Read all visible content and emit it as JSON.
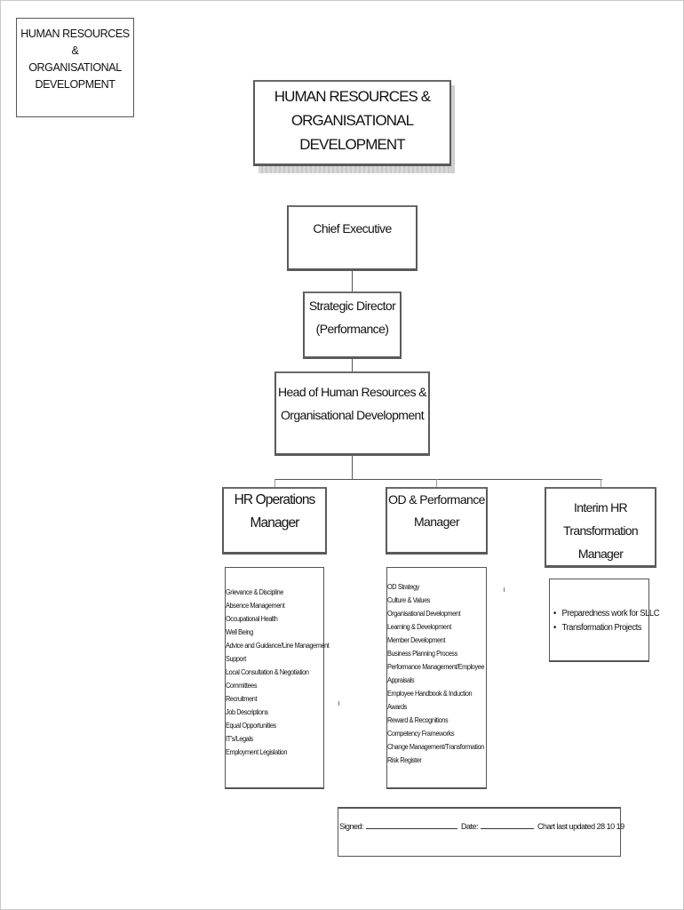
{
  "corner_label": {
    "text": "HUMAN RESOURCES &\nORGANISATIONAL\nDEVELOPMENT"
  },
  "main_title": {
    "text": "HUMAN RESOURCES &\nORGANISATIONAL DEVELOPMENT"
  },
  "org_chart": {
    "chief_executive": "Chief Executive",
    "strategic_director": "Strategic Director\n(Performance)",
    "head_of_hr": "Head of Human Resources &\nOrganisational Development",
    "managers": [
      {
        "title": "HR Operations\nManager",
        "responsibilities": [
          " Grievance & Discipline",
          "Absence Management",
          "Occupational Health",
          "Well Being",
          "Advice and Guidance/Line Management",
          "Support",
          "Local Consultation & Negotiation",
          "Committees",
          "Recruitment",
          "Job Descriptions",
          "Equal Opportunities",
          "IT's/Legals",
          "Employment Legislation"
        ]
      },
      {
        "title": "OD & Performance\nManager",
        "responsibilities": [
          "OD Strategy",
          "Culture & Values",
          "Organisational Development",
          "Learning & Development",
          "Member Development",
          "Business Planning Process",
          "Performance Management/Employee",
          "Appraisals",
          "Employee Handbook  & Induction",
          "Awards",
          "Reward & Recognitions",
          "Competency Frameworks",
          "Change Management/Transformation",
          "Risk Register"
        ]
      },
      {
        "title": "Interim HR\nTransformation  Manager",
        "responsibilities": [
          "Preparedness work for SLLC",
          "Transformation Projects"
        ]
      }
    ]
  },
  "signature_block": {
    "signed_label": "Signed:",
    "date_label": "Date:",
    "updated_text": "Chart last updated 28 10 19"
  }
}
